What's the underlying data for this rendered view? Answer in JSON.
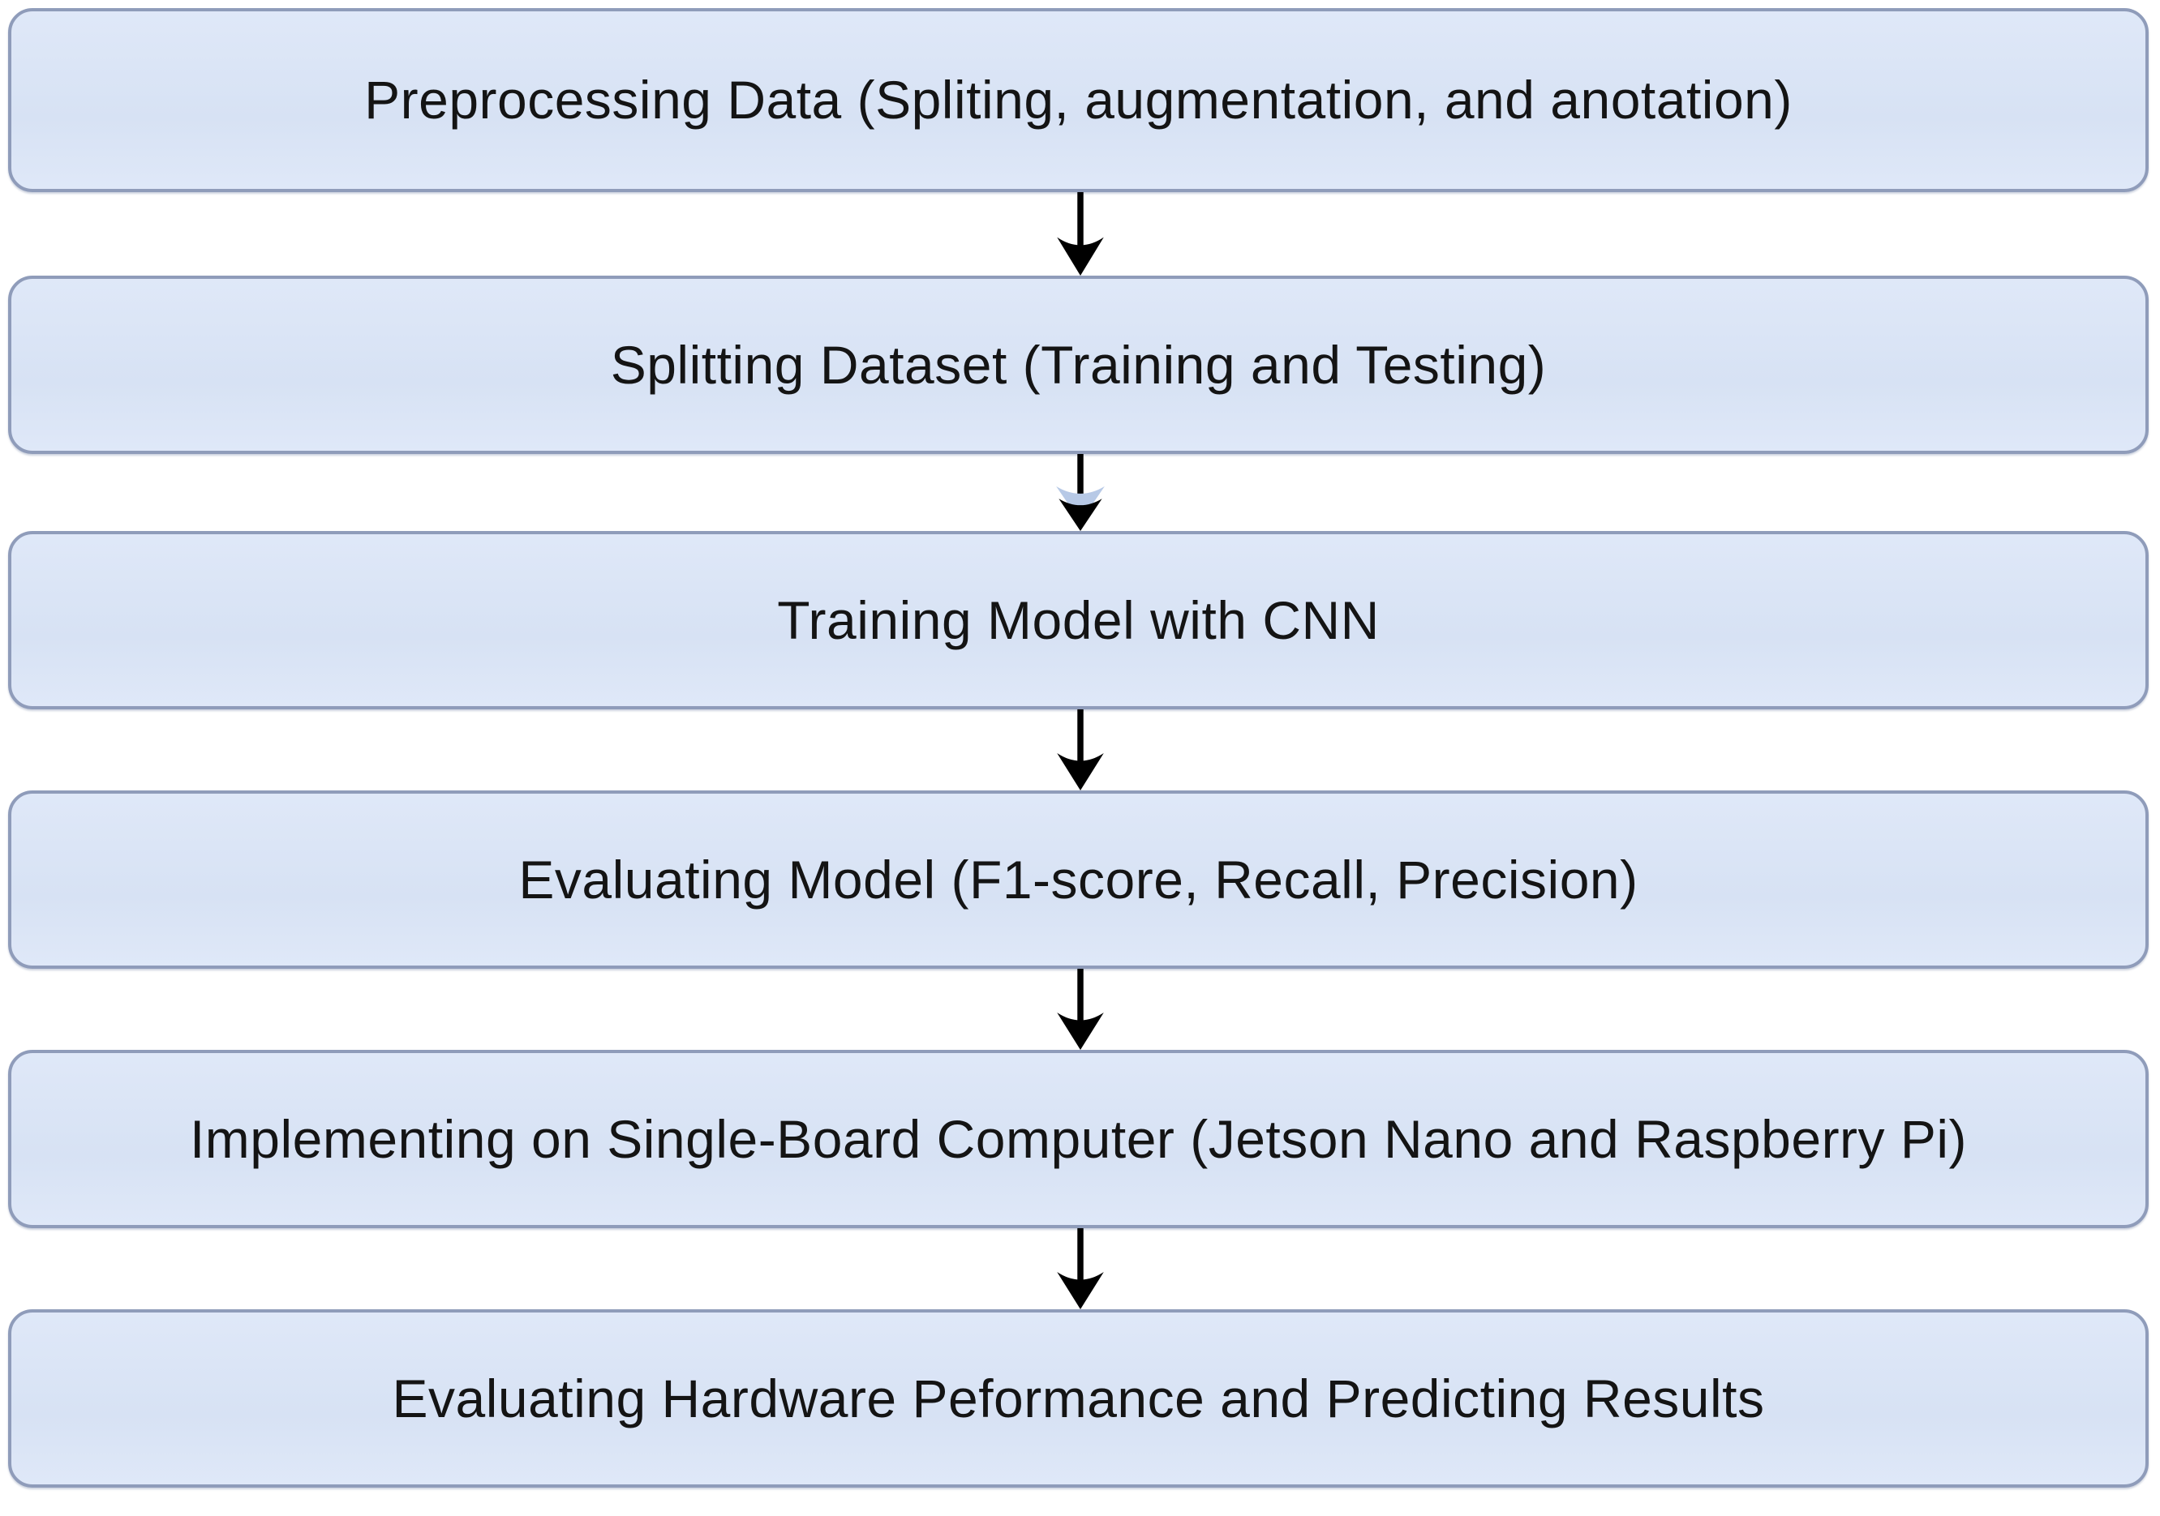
{
  "page": {
    "background": "#ffffff"
  },
  "flowchart": {
    "type": "vertical-flow",
    "box_fill": "#d7e2f4",
    "box_fill_top": "#dfe8f8",
    "box_border": "#8f9cba",
    "text_color": "#141414",
    "arrow_color": "#000000",
    "arrow_highlight": "#b7c9e6",
    "steps": [
      {
        "label": "Preprocessing Data (Spliting, augmentation, and anotation)"
      },
      {
        "label": "Splitting Dataset (Training and Testing)"
      },
      {
        "label": "Training Model with CNN"
      },
      {
        "label": "Evaluating Model (F1-score, Recall, Precision)"
      },
      {
        "label": "Implementing on Single-Board Computer (Jetson Nano and Raspberry Pi)"
      },
      {
        "label": "Evaluating Hardware Peformance and Predicting Results"
      }
    ]
  }
}
